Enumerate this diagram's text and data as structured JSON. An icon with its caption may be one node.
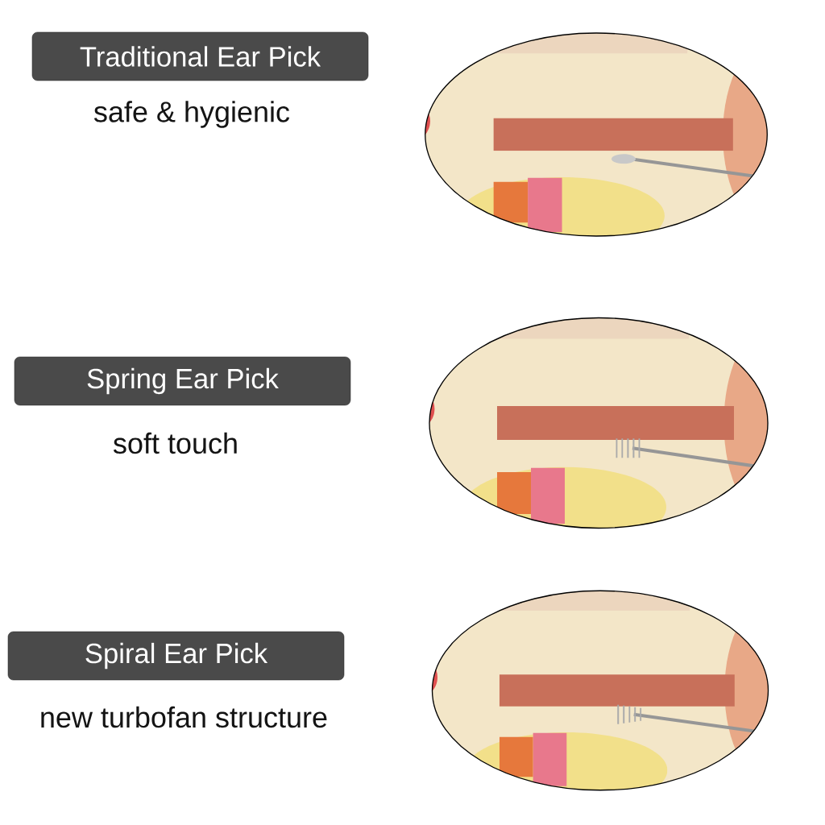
{
  "diagram": {
    "nodes": [
      {
        "text": [
          "Traditional Ear Pick"
        ],
        "beside": [
          "safe & hygienic"
        ]
      },
      {
        "text": [
          "Spring Ear Pick"
        ],
        "beside": [
          "soft touch"
        ]
      },
      {
        "text": [
          "Spiral Ear Pick"
        ],
        "beside": [
          "new turbofan structure"
        ]
      }
    ]
  }
}
